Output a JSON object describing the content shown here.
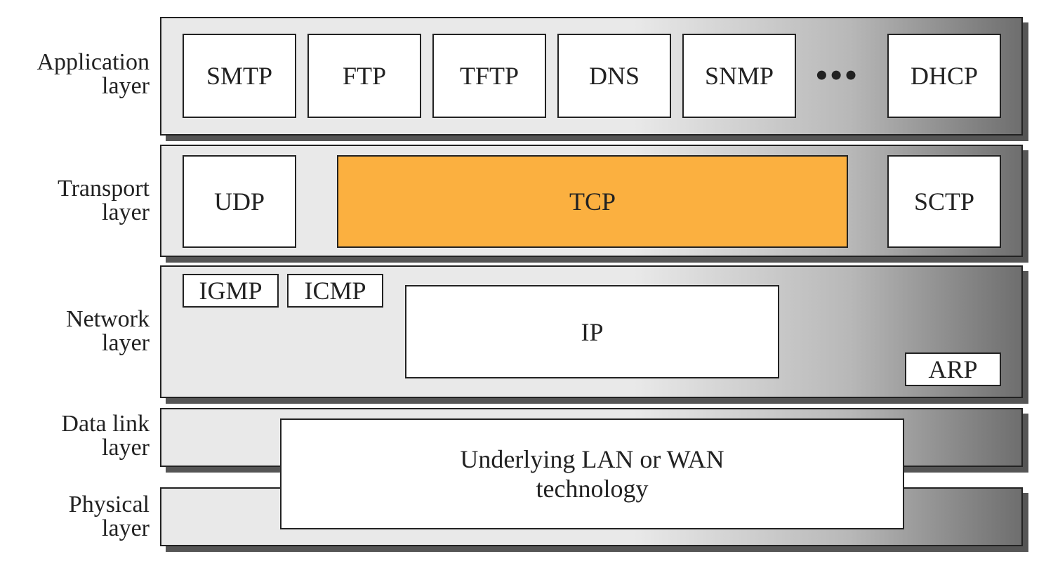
{
  "labels": {
    "application": [
      "Application",
      "layer"
    ],
    "transport": [
      "Transport",
      "layer"
    ],
    "network": [
      "Network",
      "layer"
    ],
    "datalink": [
      "Data link",
      "layer"
    ],
    "physical": [
      "Physical",
      "layer"
    ]
  },
  "application": {
    "protocols": [
      "SMTP",
      "FTP",
      "TFTP",
      "DNS",
      "SNMP"
    ],
    "ellipsis": "•••",
    "last": "DHCP"
  },
  "transport": {
    "udp": "UDP",
    "tcp": "TCP",
    "sctp": "SCTP"
  },
  "network": {
    "igmp": "IGMP",
    "icmp": "ICMP",
    "ip": "IP",
    "arp": "ARP"
  },
  "underlying": [
    "Underlying LAN or WAN",
    "technology"
  ],
  "colors": {
    "tcp": "#fbb040"
  }
}
